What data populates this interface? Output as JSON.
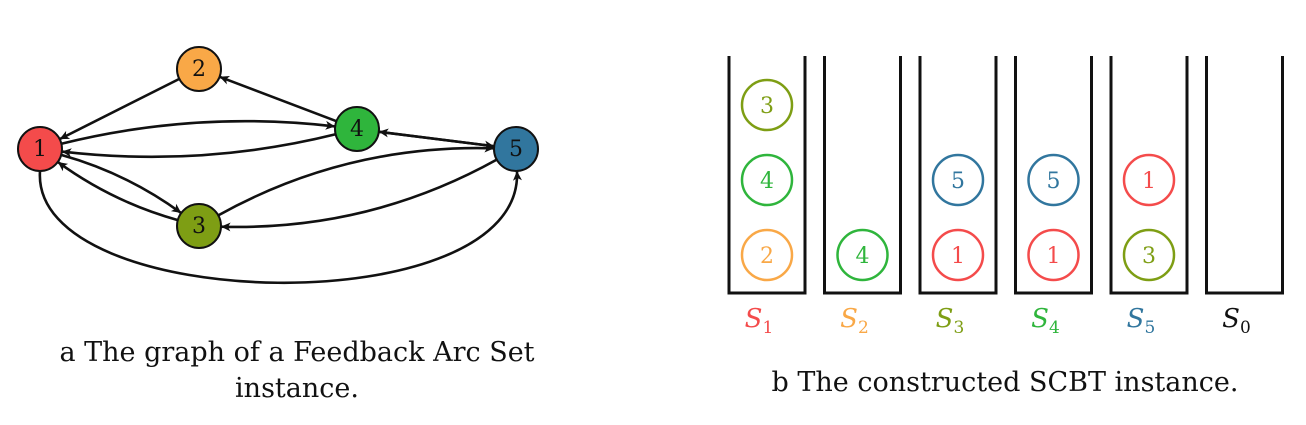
{
  "panel_a": {
    "caption_line1": "a The graph of a Feedback Arc Set",
    "caption_line2": "instance.",
    "nodes": [
      {
        "id": "1",
        "color": "#f44b4b"
      },
      {
        "id": "2",
        "color": "#f9a847"
      },
      {
        "id": "3",
        "color": "#7e9e14"
      },
      {
        "id": "4",
        "color": "#2fb53c"
      },
      {
        "id": "5",
        "color": "#31769e"
      }
    ],
    "edges": [
      {
        "from": "2",
        "to": "1"
      },
      {
        "from": "4",
        "to": "2"
      },
      {
        "from": "1",
        "to": "4"
      },
      {
        "from": "4",
        "to": "1"
      },
      {
        "from": "5",
        "to": "4"
      },
      {
        "from": "4",
        "to": "5"
      },
      {
        "from": "1",
        "to": "3"
      },
      {
        "from": "3",
        "to": "1"
      },
      {
        "from": "3",
        "to": "5"
      },
      {
        "from": "5",
        "to": "3"
      },
      {
        "from": "1",
        "to": "5"
      }
    ]
  },
  "panel_b": {
    "caption": "b The constructed SCBT instance.",
    "stacks": [
      {
        "name": "S",
        "sub": "1",
        "color": "#f44b4b",
        "balls": [
          {
            "label": "2",
            "color": "#f9a847"
          },
          {
            "label": "4",
            "color": "#2fb53c"
          },
          {
            "label": "3",
            "color": "#7e9e14"
          }
        ]
      },
      {
        "name": "S",
        "sub": "2",
        "color": "#f9a847",
        "balls": [
          {
            "label": "4",
            "color": "#2fb53c"
          }
        ]
      },
      {
        "name": "S",
        "sub": "3",
        "color": "#7e9e14",
        "balls": [
          {
            "label": "1",
            "color": "#f44b4b"
          },
          {
            "label": "5",
            "color": "#31769e"
          }
        ]
      },
      {
        "name": "S",
        "sub": "4",
        "color": "#2fb53c",
        "balls": [
          {
            "label": "1",
            "color": "#f44b4b"
          },
          {
            "label": "5",
            "color": "#31769e"
          }
        ]
      },
      {
        "name": "S",
        "sub": "5",
        "color": "#31769e",
        "balls": [
          {
            "label": "3",
            "color": "#7e9e14"
          },
          {
            "label": "1",
            "color": "#f44b4b"
          }
        ]
      },
      {
        "name": "S",
        "sub": "0",
        "color": "#111111",
        "balls": []
      }
    ]
  }
}
